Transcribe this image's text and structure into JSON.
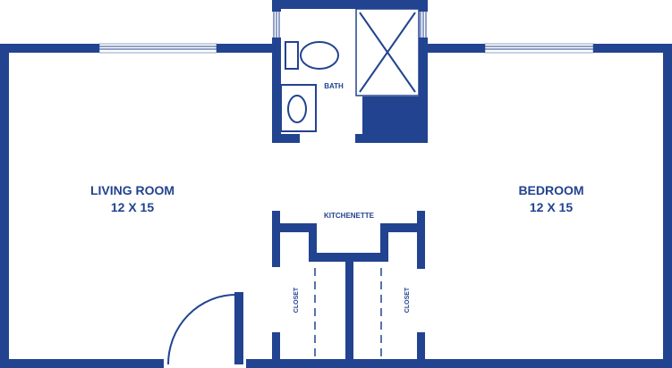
{
  "colors": {
    "wall": "#22438f",
    "background": "#ffffff"
  },
  "rooms": {
    "living_room": {
      "name": "LIVING ROOM",
      "size": "12 X 15"
    },
    "bedroom": {
      "name": "BEDROOM",
      "size": "12 X 15"
    },
    "bath": {
      "name": "BATH"
    },
    "kitchenette": {
      "name": "KITCHENETTE"
    },
    "closet_left": {
      "name": "CLOSET"
    },
    "closet_right": {
      "name": "CLOSET"
    }
  }
}
